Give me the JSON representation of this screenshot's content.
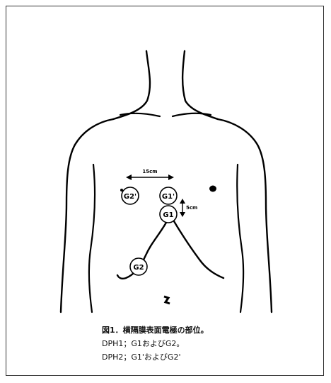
{
  "figure": {
    "electrodes": {
      "g2_prime": "G2'",
      "g1_prime": "G1'",
      "g1": "G1",
      "g2": "G2"
    },
    "measurements": {
      "horizontal": "15cm",
      "vertical": "5cm"
    }
  },
  "caption": {
    "title": "図1．横隔膜表面電極の部位。",
    "line1": "DPH1；G1およびG2。",
    "line2": "DPH2；G1'およびG2'"
  }
}
